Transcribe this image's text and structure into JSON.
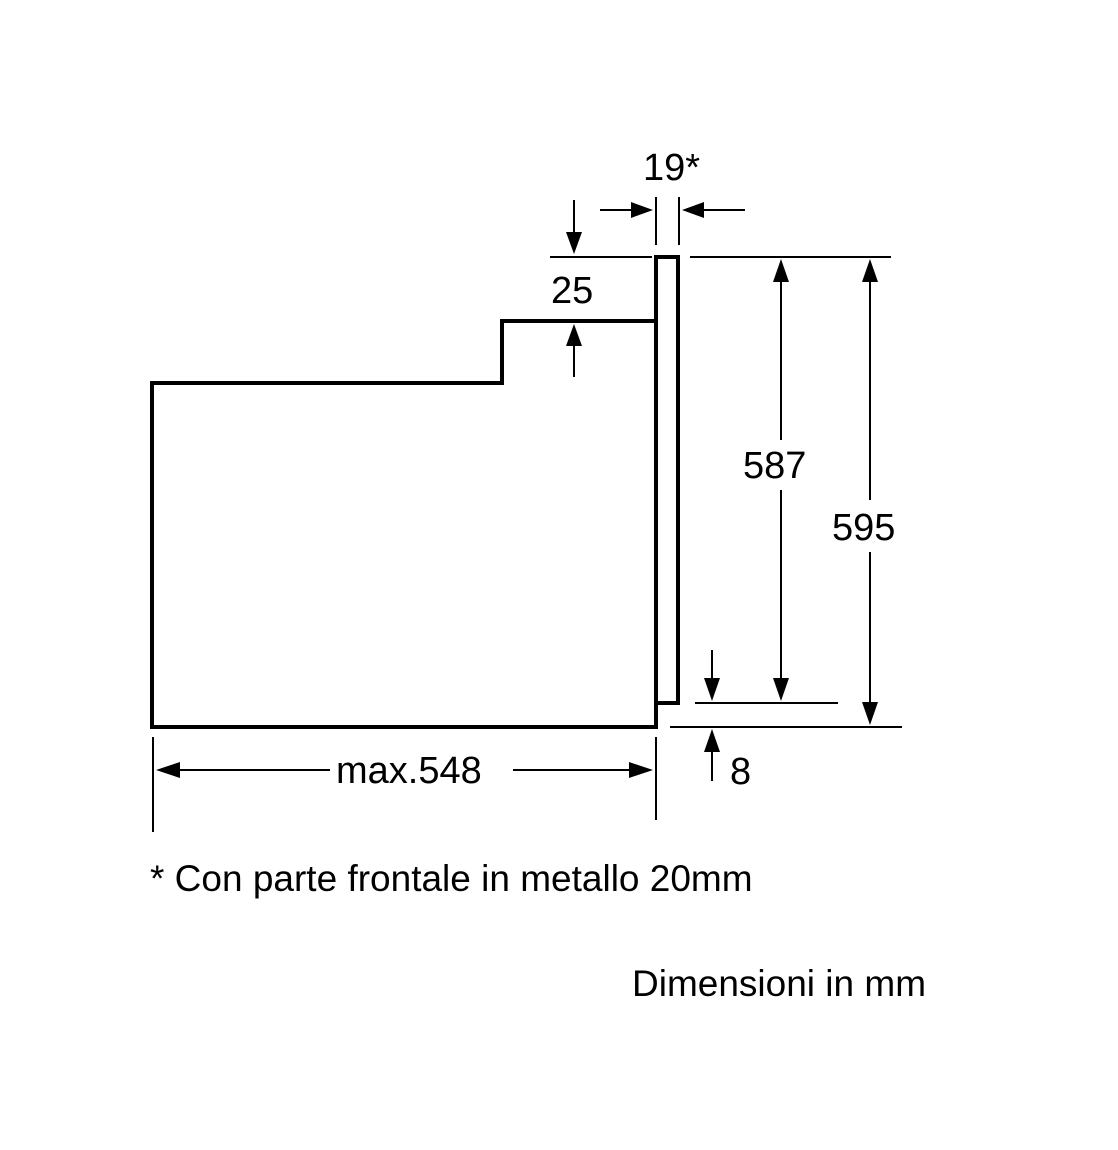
{
  "dimensions": {
    "front_thickness": "19*",
    "top_recess": "25",
    "front_height": "587",
    "overall_height": "595",
    "max_depth": "max.548",
    "bottom_gap": "8"
  },
  "notes": {
    "footnote": "* Con parte frontale in metallo 20mm",
    "units": "Dimensioni in mm"
  },
  "colors": {
    "line": "#000000",
    "background": "#ffffff"
  }
}
